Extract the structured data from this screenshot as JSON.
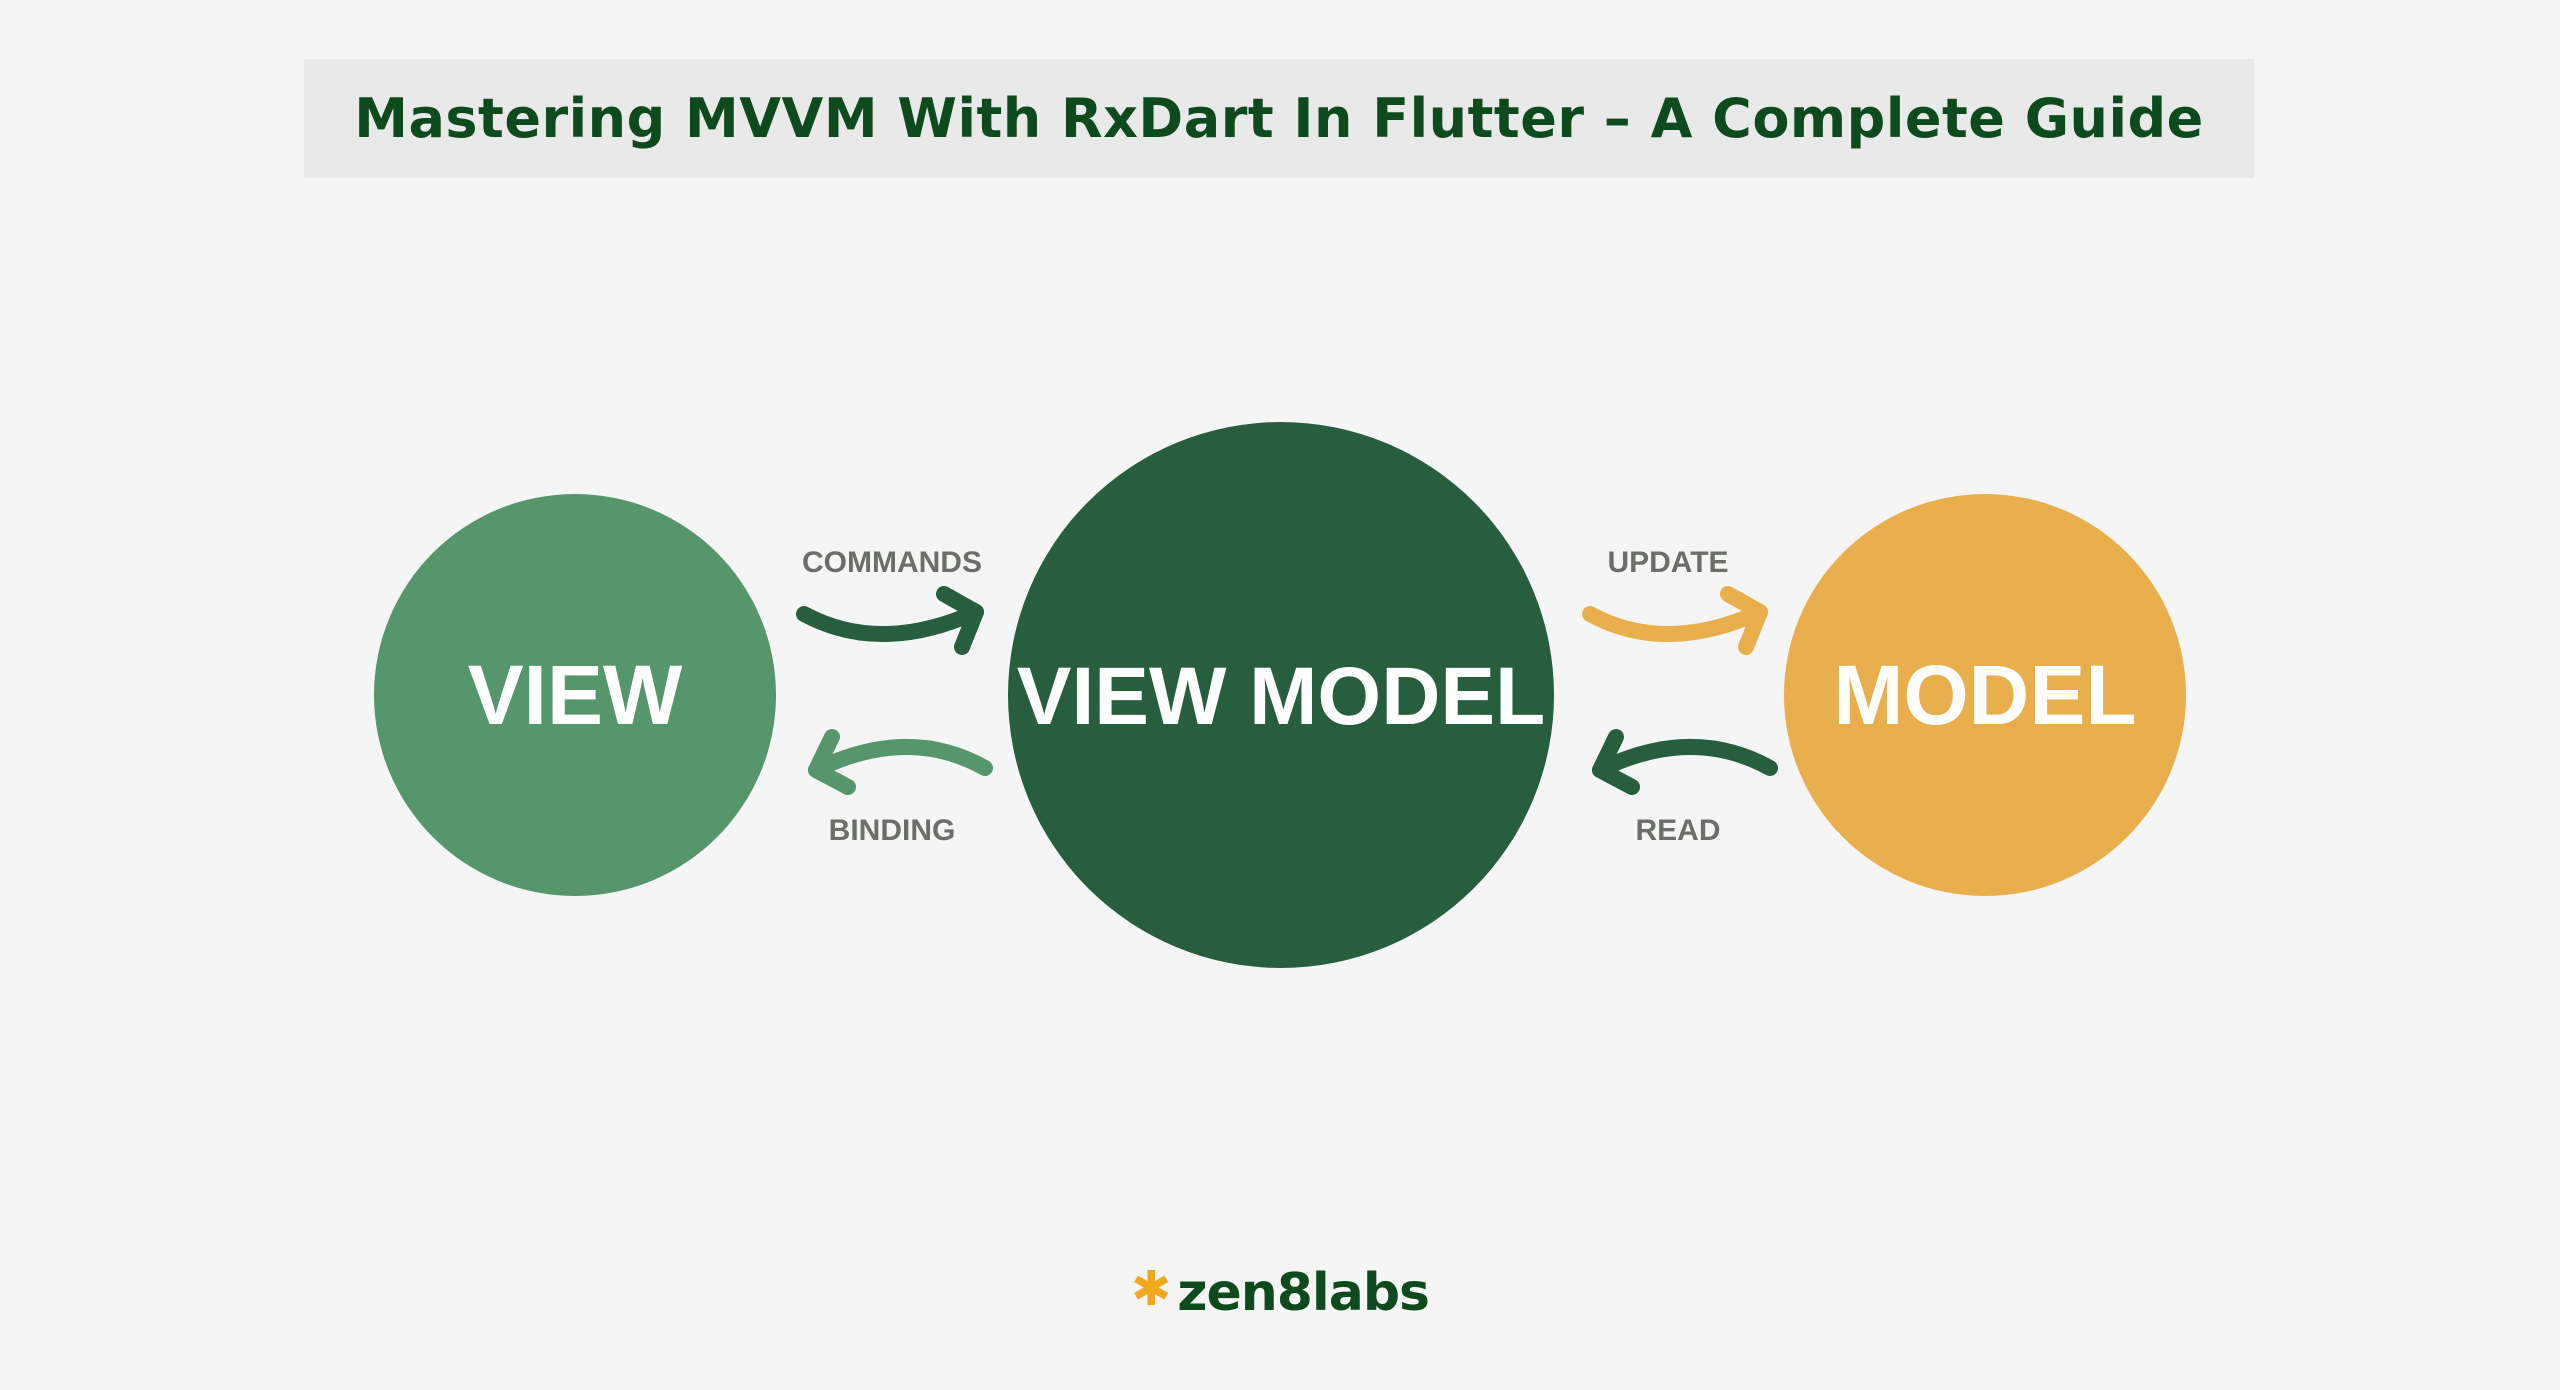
{
  "title": "Mastering MVVM With RxDart In Flutter – A Complete Guide",
  "colors": {
    "background": "#f5f5f5",
    "title_bar": "#e9e9e9",
    "title_text": "#0d4a1c",
    "view": "#56966b",
    "view_model": "#275e3d",
    "model": "#e8af4c",
    "label_text": "#6b6f6a",
    "logo_mark": "#f2a81d",
    "logo_text": "#0d4a1c"
  },
  "nodes": [
    {
      "id": "view",
      "label": "VIEW",
      "color_key": "view"
    },
    {
      "id": "view_model",
      "label": "VIEW MODEL",
      "color_key": "view_model"
    },
    {
      "id": "model",
      "label": "MODEL",
      "color_key": "model"
    }
  ],
  "edges": [
    {
      "id": "commands",
      "label": "COMMANDS",
      "from": "view",
      "to": "view_model",
      "color_key": "view_model"
    },
    {
      "id": "binding",
      "label": "BINDING",
      "from": "view_model",
      "to": "view",
      "color_key": "view"
    },
    {
      "id": "update",
      "label": "UPDATE",
      "from": "view_model",
      "to": "model",
      "color_key": "model"
    },
    {
      "id": "read",
      "label": "READ",
      "from": "model",
      "to": "view_model",
      "color_key": "view_model"
    }
  ],
  "logo": {
    "mark": "✱",
    "text": "zen8labs",
    "icon_name": "asterisk-icon"
  }
}
